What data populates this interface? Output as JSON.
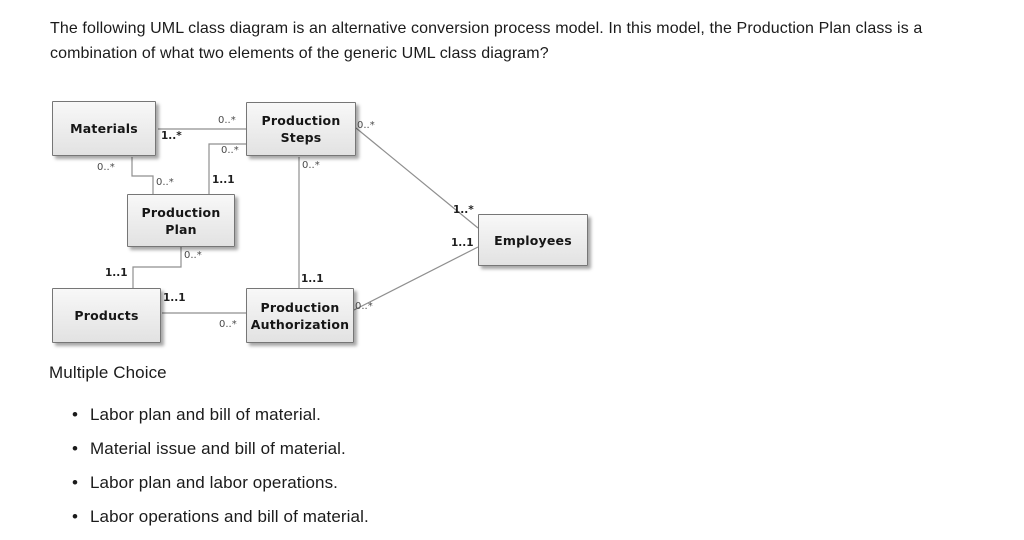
{
  "question": {
    "text": "The following UML class diagram is an alternative conversion process model. In this model, the Production Plan class is a combination of what two elements of the generic UML class diagram?"
  },
  "diagram": {
    "classes": [
      {
        "name": "Materials"
      },
      {
        "name": "Production Steps"
      },
      {
        "name": "Production Plan"
      },
      {
        "name": "Products"
      },
      {
        "name": "Production Authorization"
      },
      {
        "name": "Employees"
      }
    ],
    "multiplicities": [
      "0..*",
      "1..*",
      "0..*",
      "1..1",
      "0..*",
      "0..*",
      "0..*",
      "1..1",
      "0..*",
      "1..*",
      "1..1",
      "0..*",
      "0..*",
      "1..1",
      "1..1",
      "0..*"
    ]
  },
  "section": {
    "heading": "Multiple Choice"
  },
  "options": [
    "Labor plan and bill of material.",
    "Material issue and bill of material.",
    "Labor plan and labor operations.",
    "Labor operations and bill of material."
  ],
  "colors": {
    "box_border": "#767676",
    "box_fill_top": "#f8f8f8",
    "box_fill_bottom": "#e2e2e2",
    "connector": "#8f8f8f",
    "text": "#1b1b1b"
  }
}
